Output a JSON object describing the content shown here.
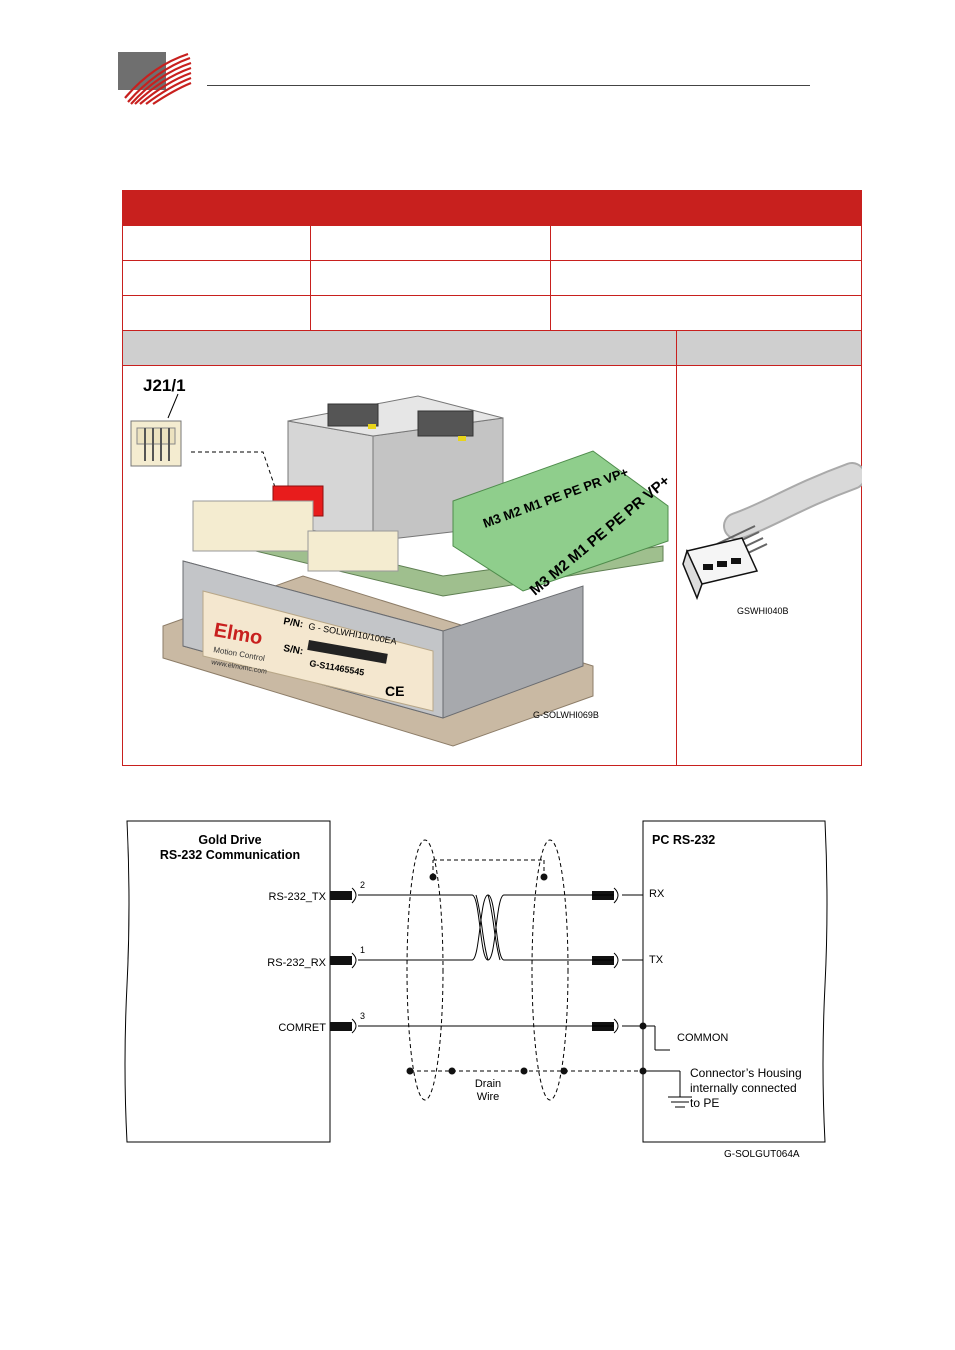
{
  "header": {
    "brand_colors": {
      "red": "#c8201e",
      "grey": "#6f6f6f"
    }
  },
  "connector_figure": {
    "connector_label": "J21/1",
    "drive_terminal_labels": "M3 M2 M1 PE PE PR VP+",
    "drive_terminal_labels_front": "M3 M2 M1 PE PE PR VP+",
    "label_brand": "Elmo",
    "label_brand_sub": "Motion Control",
    "label_url": "www.elmomc.com",
    "label_pn_key": "P/N:",
    "label_pn_value": "G - SOLWHI10/100EA",
    "label_sn_key": "S/N:",
    "label_sn_value": "G-S11465545",
    "ce_mark": "CE",
    "drive_figure_id": "G-SOLWHI069B",
    "cable_figure_id": "GSWHI040B"
  },
  "wiring_diagram": {
    "left_block_title_1": "Gold Drive",
    "left_block_title_2": "RS-232 Communication",
    "right_block_title": "PC RS-232",
    "signals": [
      {
        "name": "RS-232_TX",
        "pin": "2",
        "pc": "RX"
      },
      {
        "name": "RS-232_RX",
        "pin": "1",
        "pc": "TX"
      },
      {
        "name": "COMRET",
        "pin": "3",
        "pc": ""
      }
    ],
    "common_label": "COMMON",
    "drain_label_1": "Drain",
    "drain_label_2": "Wire",
    "housing_note_1": "Connector’s Housing",
    "housing_note_2": "internally connected",
    "housing_note_3": "to PE",
    "figure_id": "G-SOLGUT064A"
  }
}
